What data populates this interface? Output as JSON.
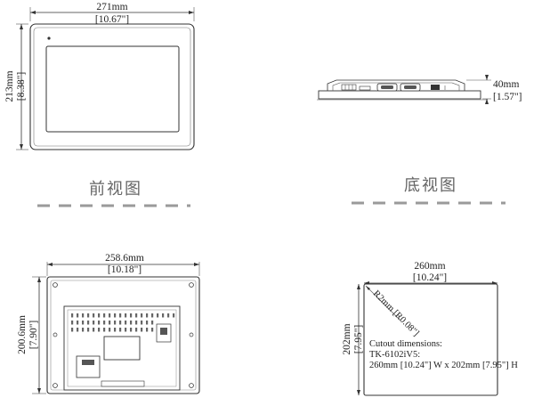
{
  "front": {
    "width_mm": "271mm",
    "width_in": "[10.67\"]",
    "height_mm": "213mm",
    "height_in": "[8.38\"]",
    "caption": "前视图"
  },
  "bottom": {
    "depth_mm": "40mm",
    "depth_in": "[1.57\"]",
    "caption": "底视图"
  },
  "rear": {
    "width_mm": "258.6mm",
    "width_in": "[10.18\"]",
    "height_mm": "200.6mm",
    "height_in": "[7.90\"]"
  },
  "cutout": {
    "width_mm": "260mm",
    "width_in": "[10.24\"]",
    "height_mm": "202mm",
    "height_in": "[7.95\"]",
    "radius": "R2mm [R0.08\"]",
    "note_line1": "Cutout dimensions:",
    "note_line2": "TK-6102iV5:",
    "note_line3": "260mm [10.24\"] W x 202mm [7.95\"] H"
  },
  "colors": {
    "line": "#333333",
    "caption": "#666666",
    "dash": "#9a9a9a"
  }
}
